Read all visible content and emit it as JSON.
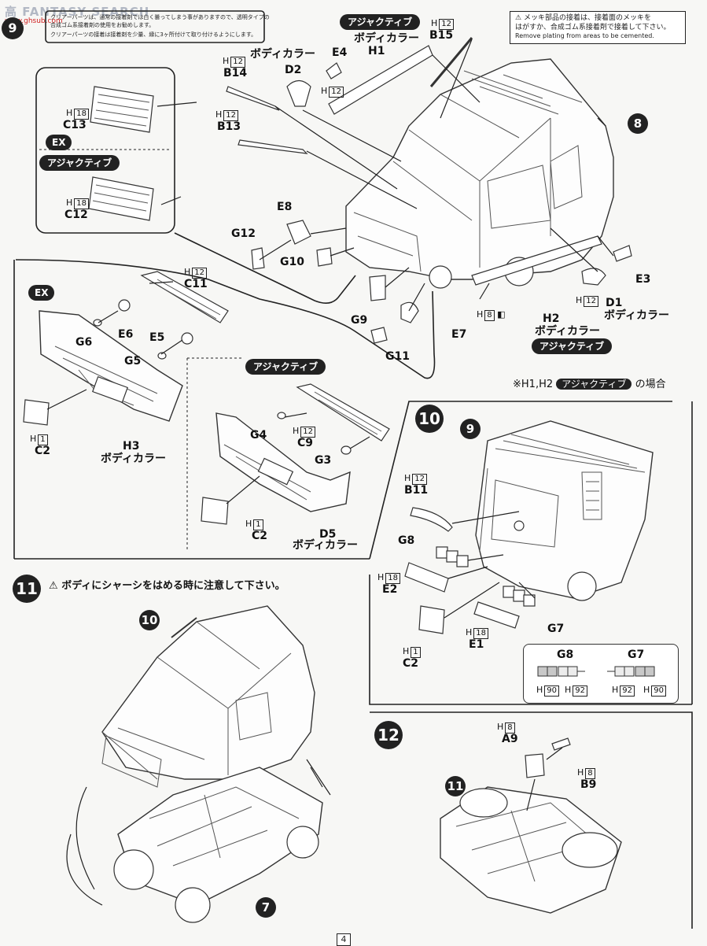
{
  "watermark": {
    "site": "FANTASY SEARCH",
    "sub": "www.ghsub.com",
    "logo_char": "高"
  },
  "page_number": "4",
  "header_note": {
    "line1": "クリアーパーツは、通常の接着剤では白く曇ってしまう事がありますので、透明タイプの",
    "line2": "合成ゴム系接着剤の使用をお勧めします。",
    "line3": "クリアーパーツの接着は接着剤を少量、縁に3ヶ所付けて取り付けるようにします。"
  },
  "warning_box": {
    "jp_line1": "メッキ部品の接着は、接着面のメッキを",
    "jp_line2": "はがすか、合成ゴム系接着剤で接着して下さい。",
    "en": "Remove plating from areas to be cemented."
  },
  "steps": {
    "s9": "9",
    "s10": "10",
    "s11": "11",
    "s12": "12"
  },
  "assemblies": {
    "a8": "8",
    "a9": "9",
    "a10": "10",
    "a7": "7",
    "a11": "11"
  },
  "tags": {
    "ajac": "アジャクティブ",
    "ex": "EX",
    "ex_short": "EX",
    "bodycolor": "ボディカラー",
    "note_h1h2_pre": "※H1,H2",
    "note_h1h2_post": "の場合"
  },
  "step11_warning": "ボディにシャーシをはめる時に注意して下さい。",
  "runner_letter": "H",
  "parts": [
    {
      "code": "B14",
      "h": "12"
    },
    {
      "code": "B13",
      "h": "12"
    },
    {
      "code": "D2",
      "h": "12"
    },
    {
      "code": "E4",
      "h": ""
    },
    {
      "code": "H1",
      "h": ""
    },
    {
      "code": "B15",
      "h": "12"
    },
    {
      "code": "C13",
      "h": "18"
    },
    {
      "code": "C12",
      "h": "18"
    },
    {
      "code": "E8",
      "h": ""
    },
    {
      "code": "G12",
      "h": ""
    },
    {
      "code": "G10",
      "h": ""
    },
    {
      "code": "C11",
      "h": "12"
    },
    {
      "code": "G6",
      "h": ""
    },
    {
      "code": "E6",
      "h": ""
    },
    {
      "code": "E5",
      "h": ""
    },
    {
      "code": "G5",
      "h": ""
    },
    {
      "code": "H3",
      "h": ""
    },
    {
      "code": "C2",
      "h": "1"
    },
    {
      "code": "G4",
      "h": ""
    },
    {
      "code": "C9",
      "h": "12"
    },
    {
      "code": "G3",
      "h": ""
    },
    {
      "code": "D5",
      "h": ""
    },
    {
      "code": "G9",
      "h": ""
    },
    {
      "code": "G11",
      "h": ""
    },
    {
      "code": "E7",
      "h": ""
    },
    {
      "code": "E3",
      "h": ""
    },
    {
      "code": "D1",
      "h": "12"
    },
    {
      "code": "H2",
      "h": "8"
    },
    {
      "code": "B11",
      "h": "12"
    },
    {
      "code": "G8",
      "h": ""
    },
    {
      "code": "E2",
      "h": "18"
    },
    {
      "code": "G7",
      "h": ""
    },
    {
      "code": "E1",
      "h": "18"
    },
    {
      "code": "A9",
      "h": "8"
    },
    {
      "code": "B9",
      "h": "8"
    }
  ],
  "palette": {
    "g8_label": "G8",
    "g7_label": "G7",
    "g8_colors": [
      "90",
      "92"
    ],
    "g7_colors": [
      "92",
      "90"
    ],
    "swatch_a": "#c8c8c8",
    "swatch_b": "#ececec"
  },
  "colors": {
    "ink": "#222222",
    "paper": "#f7f7f5",
    "watermark_gray": "#b2b8c4",
    "watermark_red": "#d02020"
  }
}
